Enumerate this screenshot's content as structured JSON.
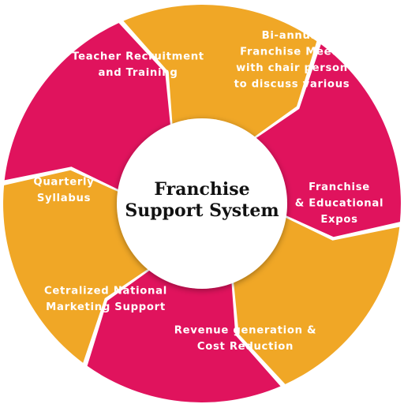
{
  "diagram": {
    "center": {
      "lines": [
        "Franchise",
        "Support System"
      ]
    },
    "segments": [
      {
        "label_lines": [
          "Bi-annual",
          "Franchise Meets",
          "with chair person",
          "to discuss various"
        ],
        "color": "#e0135d"
      },
      {
        "label_lines": [
          "Franchise",
          "& Educational",
          "Expos"
        ],
        "color": "#f0a726"
      },
      {
        "label_lines": [
          "Revenue generation &",
          "Cost Reduction"
        ],
        "color": "#e0135d"
      },
      {
        "label_lines": [
          "Cetralized National",
          "Marketing Support"
        ],
        "color": "#f0a726"
      },
      {
        "label_lines": [
          "Quarterly",
          "Syllabus"
        ],
        "color": "#e0135d"
      },
      {
        "label_lines": [
          "Teacher Recruitment",
          "and Training"
        ],
        "color": "#f0a726"
      }
    ]
  }
}
